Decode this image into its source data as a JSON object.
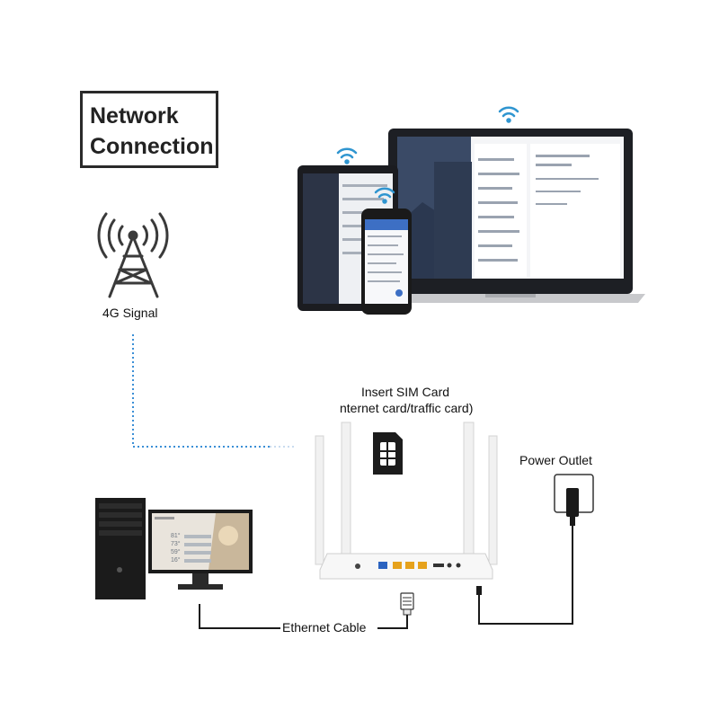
{
  "title": {
    "line1": "Network",
    "line2": "Connection"
  },
  "labels": {
    "signal": "4G Signal",
    "sim_line1": "Insert SIM Card",
    "sim_line2": "nternet card/traffic card)",
    "power": "Power Outlet",
    "ethernet": "Ethernet Cable"
  },
  "icons": [
    "wifi-icon",
    "cell-tower-icon",
    "sim-card-icon",
    "power-plug-icon",
    "ethernet-plug-icon"
  ],
  "desktop_readings": [
    "81°",
    "73°",
    "59°",
    "16°"
  ],
  "colors": {
    "dotted_line": "#3b8fd6",
    "text": "#111111"
  }
}
